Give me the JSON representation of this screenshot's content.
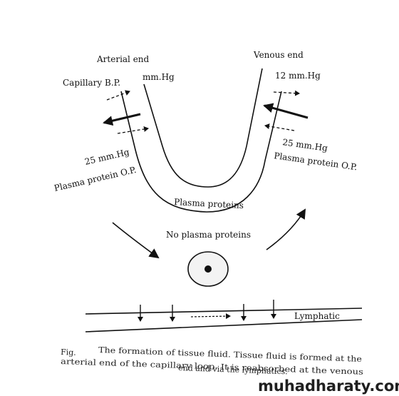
{
  "labels": {
    "arterial_end": "Arterial end",
    "venous_end": "Venous end",
    "capillary_bp": "Capillary B.P.",
    "arterial_mmhg": "mm.Hg",
    "venous_mmhg": "12 mm.Hg",
    "arterial_25": "25 mm.Hg",
    "arterial_op": "Plasma protein O.P.",
    "venous_25": "25 mm.Hg",
    "venous_op": "Plasma protein O.P.",
    "plasma_proteins": "Plasma proteins",
    "no_plasma_proteins": "No plasma proteins",
    "lymphatic": "Lymphatic"
  },
  "caption": {
    "fig": "Fig.",
    "line1": "The formation of tissue fluid. Tissue fluid is formed at the",
    "line2": "arterial end of the capillary loop. It is reabsorbed at the venous",
    "line3": "end and via the lymphatics."
  },
  "watermark": "muhadharaty.com"
}
